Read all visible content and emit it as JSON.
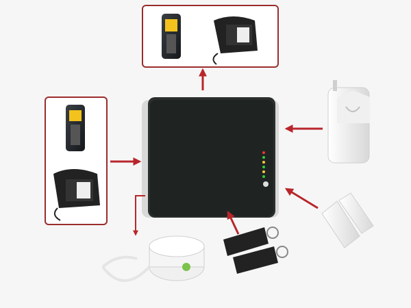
{
  "diagram": {
    "hub": {
      "name": "alarm-host",
      "led_count": 6
    },
    "inputs": [
      {
        "name": "pir-motion-sensor",
        "icon": "motion-sensor-icon"
      },
      {
        "name": "door-contact-sensor",
        "icon": "door-sensor-icon"
      },
      {
        "name": "remote-keyfobs",
        "icon": "key-fob-icon",
        "count": 2
      }
    ],
    "outputs": [
      {
        "name": "phones-notified",
        "icon": "mobile-phone-icon"
      },
      {
        "name": "siren",
        "icon": "siren-icon"
      }
    ],
    "control_source": [
      {
        "name": "mobile-phone",
        "icon": "mobile-phone-icon"
      },
      {
        "name": "desk-telephone",
        "icon": "desk-phone-icon"
      }
    ],
    "colors": {
      "arrow": "#b8262b",
      "box_border": "#9b2c2c",
      "device_body": "#2a2f2e",
      "background": "#f6f6f6"
    }
  }
}
